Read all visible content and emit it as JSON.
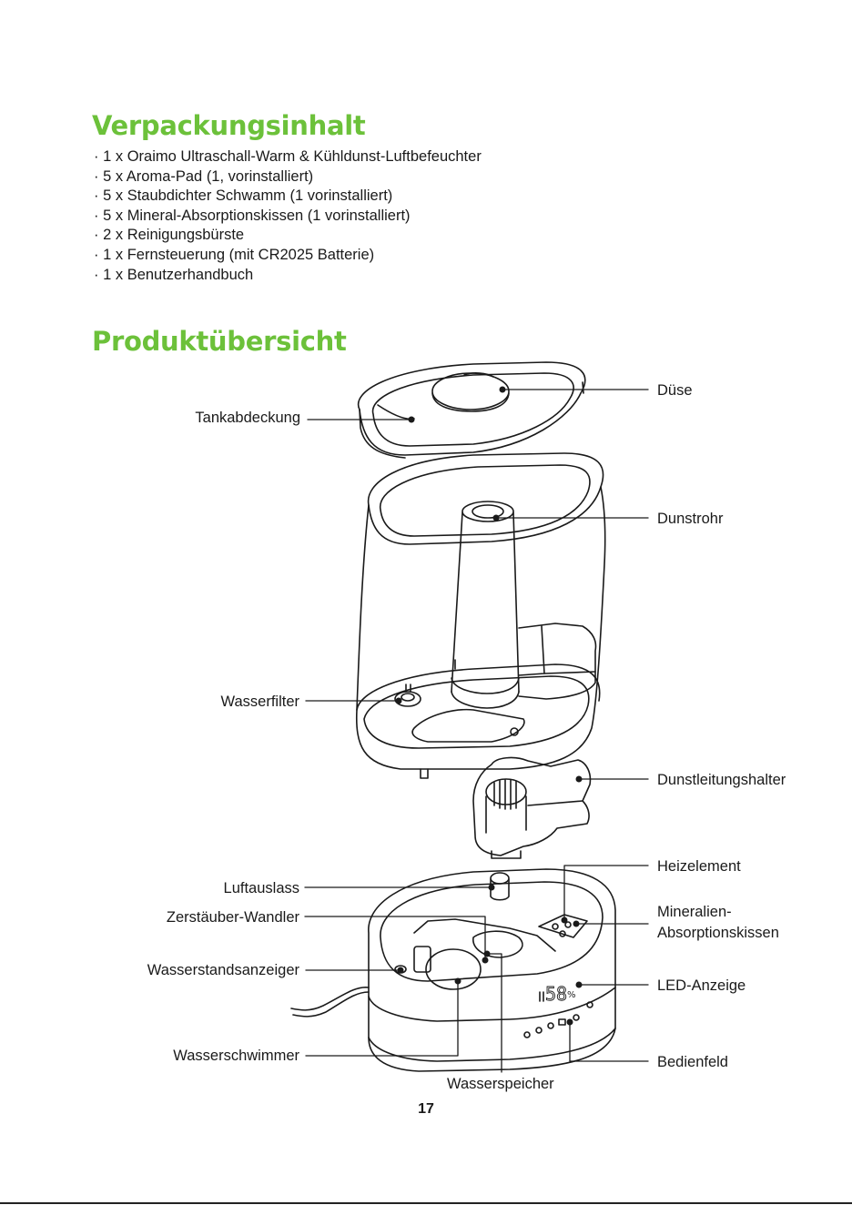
{
  "packaging": {
    "title": "Verpackungsinhalt",
    "items": [
      "1 x Oraimo Ultraschall-Warm & Kühldunst-Luftbefeuchter",
      "5 x Aroma-Pad (1, vorinstalliert)",
      "5 x Staubdichter Schwamm (1 vorinstalliert)",
      "5 x Mineral-Absorptionskissen (1 vorinstalliert)",
      "2 x Reinigungsbürste",
      "1 x Fernsteuerung (mit CR2025 Batterie)",
      "1 x Benutzerhandbuch"
    ]
  },
  "overview": {
    "title": "Produktübersicht",
    "labels": {
      "duese": "Düse",
      "tankabdeckung": "Tankabdeckung",
      "dunstrohr": "Dunstrohr",
      "wasserfilter": "Wasserfilter",
      "dunstleitungshalter": "Dunstleitungshalter",
      "heizelement": "Heizelement",
      "luftauslass": "Luftauslass",
      "zerstaeuber": "Zerstäuber-Wandler",
      "mineralien_line1": "Mineralien-",
      "mineralien_line2": "Absorptionskissen",
      "wasserstandsanzeiger": "Wasserstandsanzeiger",
      "led_anzeige": "LED-Anzeige",
      "wasserschwimmer": "Wasserschwimmer",
      "bedienfeld": "Bedienfeld",
      "wasserspeicher": "Wasserspeicher"
    },
    "display_value": "58",
    "display_unit": "%"
  },
  "page_number": "17",
  "colors": {
    "accent": "#6cc13a",
    "text": "#1a1a1a",
    "line": "#1a1a1a"
  }
}
